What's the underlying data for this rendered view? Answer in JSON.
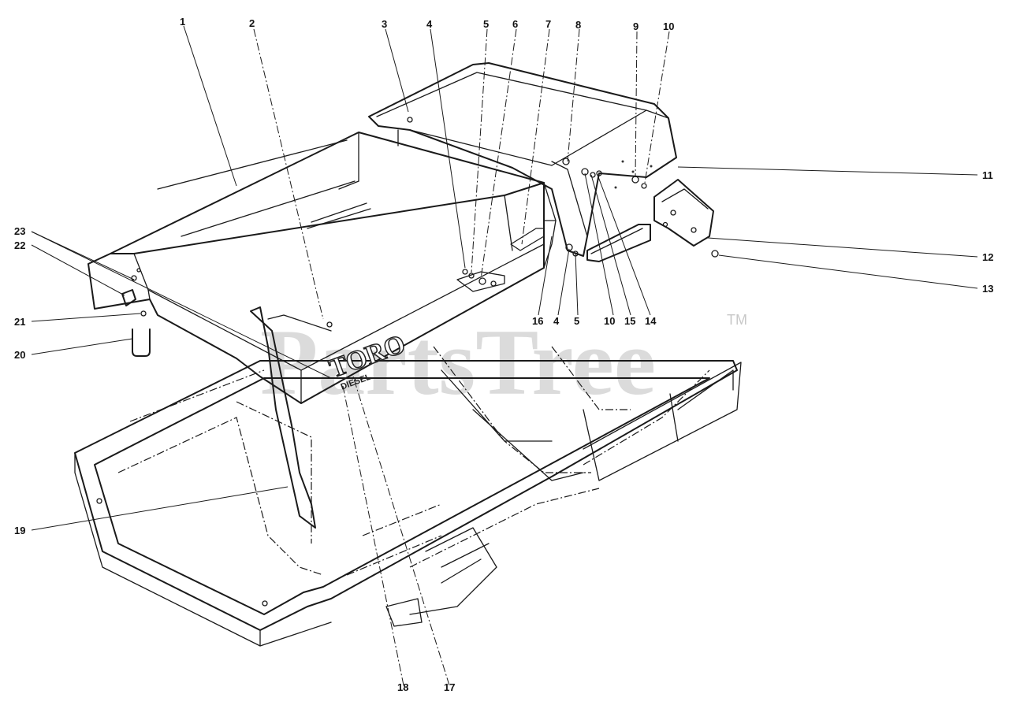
{
  "diagram": {
    "watermark": "PartsTree",
    "watermark_tm": "TM",
    "emblem_brand": "TORO",
    "emblem_model": "DIESEL",
    "callouts": [
      {
        "id": "c1",
        "label": "1"
      },
      {
        "id": "c2",
        "label": "2"
      },
      {
        "id": "c3",
        "label": "3"
      },
      {
        "id": "c4",
        "label": "4"
      },
      {
        "id": "c5",
        "label": "5"
      },
      {
        "id": "c6",
        "label": "6"
      },
      {
        "id": "c7",
        "label": "7"
      },
      {
        "id": "c8",
        "label": "8"
      },
      {
        "id": "c9",
        "label": "9"
      },
      {
        "id": "c10",
        "label": "10"
      },
      {
        "id": "c11",
        "label": "11"
      },
      {
        "id": "c12",
        "label": "12"
      },
      {
        "id": "c13",
        "label": "13"
      },
      {
        "id": "c14",
        "label": "14"
      },
      {
        "id": "c15",
        "label": "15"
      },
      {
        "id": "c10b",
        "label": "10"
      },
      {
        "id": "c5b",
        "label": "5"
      },
      {
        "id": "c4b",
        "label": "4"
      },
      {
        "id": "c16",
        "label": "16"
      },
      {
        "id": "c17",
        "label": "17"
      },
      {
        "id": "c18",
        "label": "18"
      },
      {
        "id": "c19",
        "label": "19"
      },
      {
        "id": "c20",
        "label": "20"
      },
      {
        "id": "c21",
        "label": "21"
      },
      {
        "id": "c22",
        "label": "22"
      },
      {
        "id": "c23",
        "label": "23"
      }
    ]
  }
}
